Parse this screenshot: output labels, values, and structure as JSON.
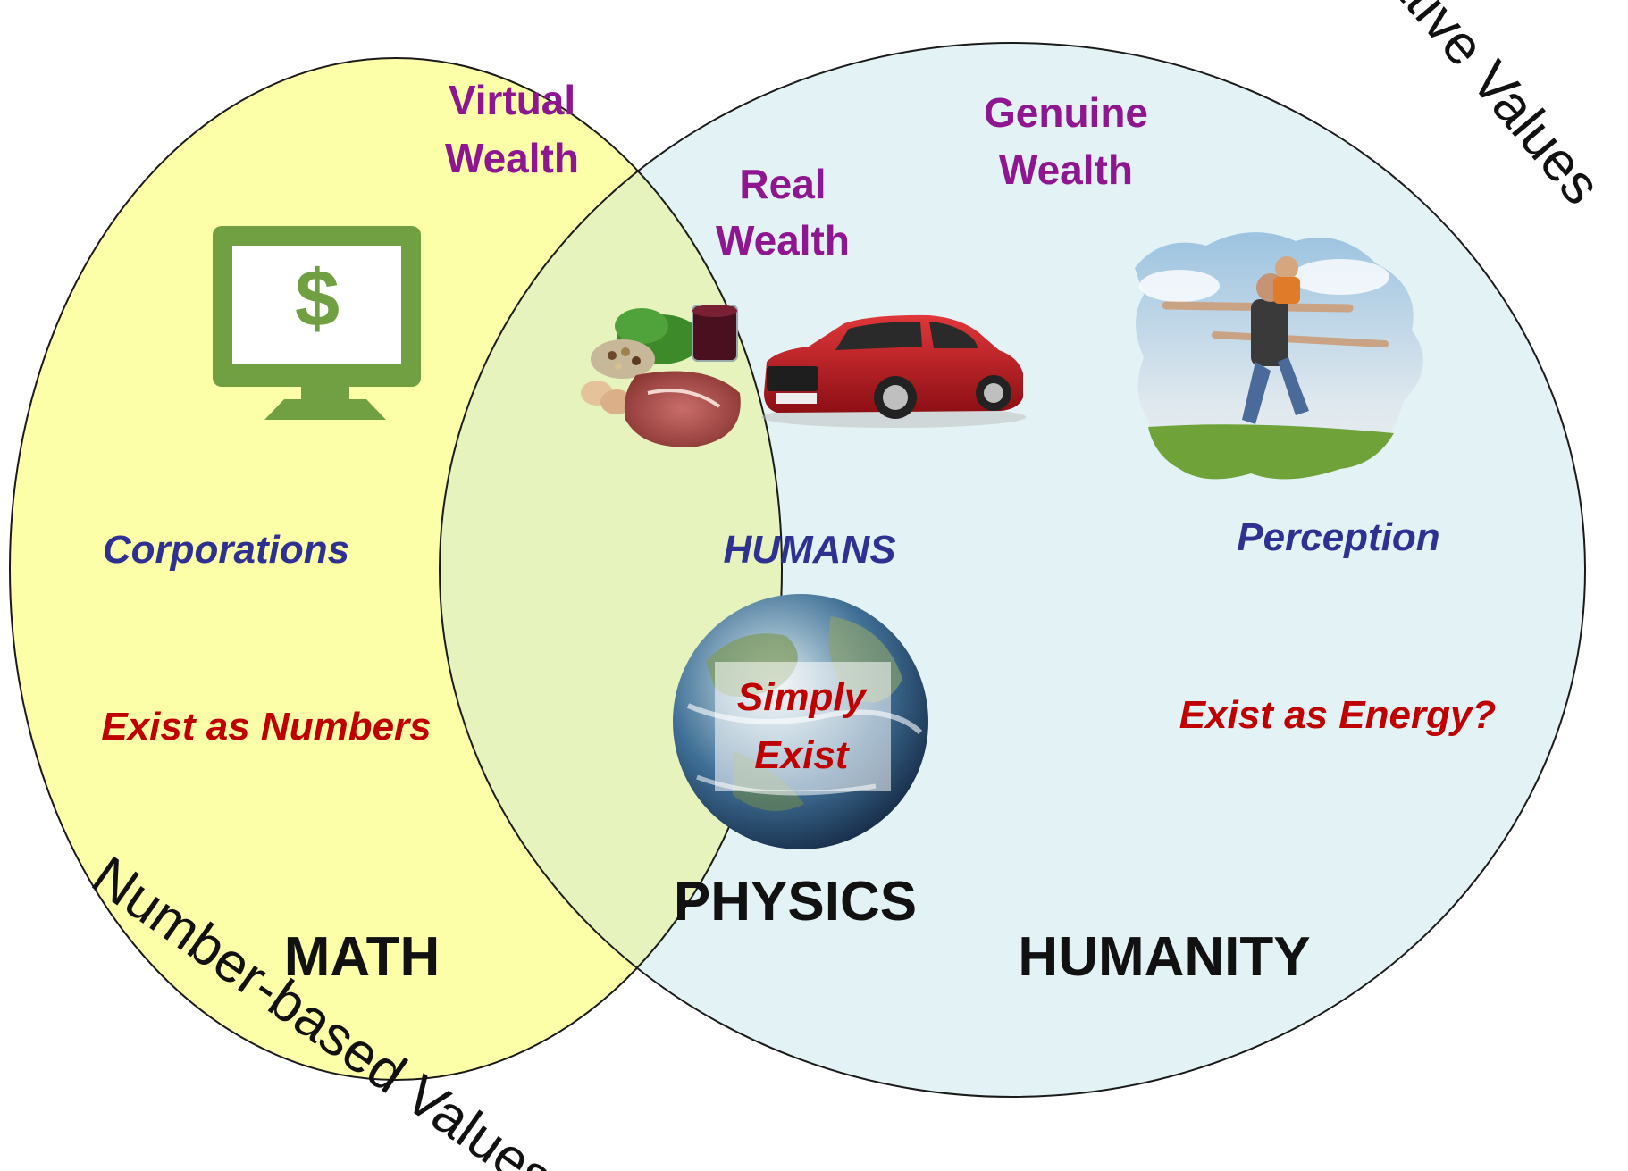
{
  "arc_labels": {
    "top_right": "Qualitative Values",
    "bottom_left": "Number-based Values"
  },
  "regions": {
    "left": {
      "wealth_line1": "Virtual",
      "wealth_line2": "Wealth",
      "group": "Corporations",
      "existence": "Exist as Numbers",
      "domain": "MATH",
      "icon": "monitor-dollar-icon"
    },
    "center": {
      "wealth_line1": "Real",
      "wealth_line2": "Wealth",
      "group": "HUMANS",
      "existence_line1": "Simply",
      "existence_line2": "Exist",
      "domain": "PHYSICS",
      "images": [
        "food-image",
        "car-image",
        "earth-image"
      ]
    },
    "right": {
      "wealth_line1": "Genuine",
      "wealth_line2": "Wealth",
      "group": "Perception",
      "existence": "Exist as Energy?",
      "domain": "HUMANITY",
      "images": [
        "family-playing-image"
      ]
    }
  },
  "colors": {
    "left_fill": "#fdfea8",
    "right_fill": "#e3f2f5",
    "overlap_fill": "#e6f3bd",
    "wealth_text": "#8e1691",
    "group_text": "#2e3192",
    "existence_text": "#c00000",
    "domain_text": "#111111",
    "icon_green": "#70a041"
  }
}
